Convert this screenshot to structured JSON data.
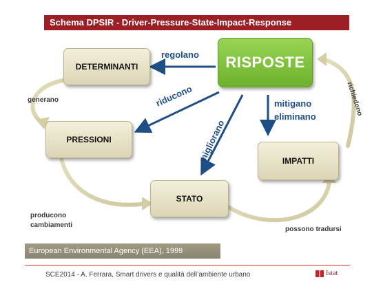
{
  "title": "Schema DPSIR - Driver-Pressure-State-Impact-Response",
  "nodes": {
    "risposte": "RISPOSTE",
    "determinanti": "DETERMINANTI",
    "pressioni": "PRESSIONI",
    "stato": "STATO",
    "impatti": "IMPATTI"
  },
  "edges": {
    "regolano": "regolano",
    "generano": "generano",
    "riducono": "riducono",
    "migliorano": "migliorano",
    "mitigano": "mitigano",
    "eliminano": "eliminano",
    "richiedono": "richiedono",
    "producono": "producono",
    "cambiamenti": "cambiamenti",
    "possono_tradursi": "possono tradursi"
  },
  "source": "European Environmental Agency  (EEA), 1999",
  "footer": "SCE2014 - A. Ferrara, Smart drivers e qualità dell’ambiente urbano",
  "logo": "Istat",
  "colors": {
    "title_bar": "#9b1f24",
    "risposte_box": "#7cc03a",
    "node_box": "#e6e1c4",
    "blue_arrow": "#1f4e86",
    "curved_arrow": "#d8d2ac"
  }
}
